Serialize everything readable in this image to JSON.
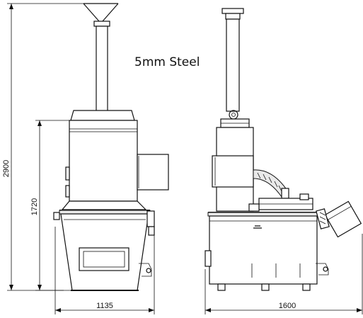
{
  "annotation": {
    "material": "5mm Steel"
  },
  "dimensions": {
    "overall_height": "2900",
    "body_height": "1720",
    "front_width": "1135",
    "side_width": "1600"
  }
}
